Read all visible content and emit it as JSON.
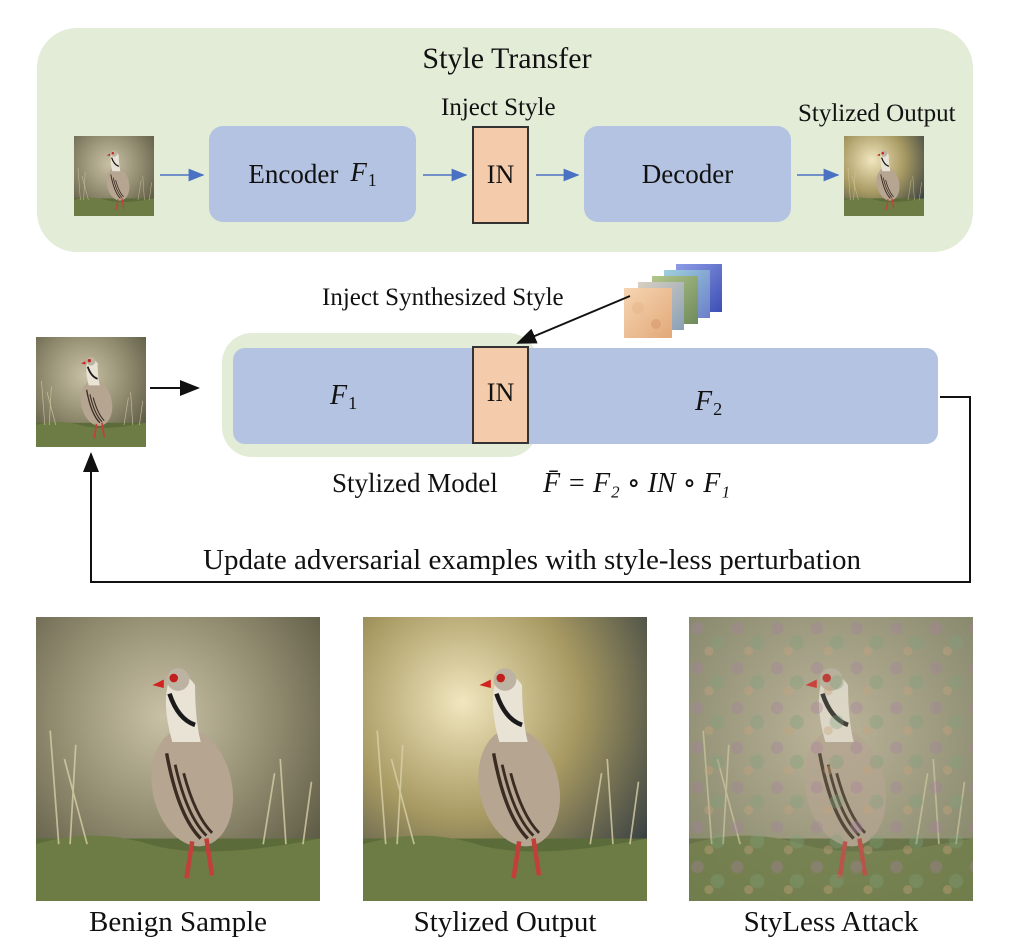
{
  "style_transfer": {
    "title": "Style Transfer",
    "inject_style_label": "Inject Style",
    "encoder_label": "Encoder",
    "encoder_symbol": "F",
    "encoder_subscript": "1",
    "in_label": "IN",
    "decoder_label": "Decoder",
    "stylized_output_label": "Stylized Output"
  },
  "stylized_model": {
    "inject_synth_label": "Inject Synthesized Style",
    "f1_symbol": "F",
    "f1_subscript": "1",
    "in_label": "IN",
    "f2_symbol": "F",
    "f2_subscript": "2",
    "caption": "Stylized Model",
    "formula": "F̄ = F₂ ∘ IN ∘ F₁"
  },
  "update_label": "Update adversarial examples with style-less perturbation",
  "bottom_captions": [
    "Benign Sample",
    "Stylized Output",
    "StyLess Attack"
  ],
  "colors": {
    "panel_green": "#e2ecd7",
    "block_blue": "#b4c3e2",
    "in_orange": "#f4ccab",
    "arrow_blue": "#4a72c2"
  },
  "icons": [
    "bird-image",
    "style-stack-image"
  ]
}
